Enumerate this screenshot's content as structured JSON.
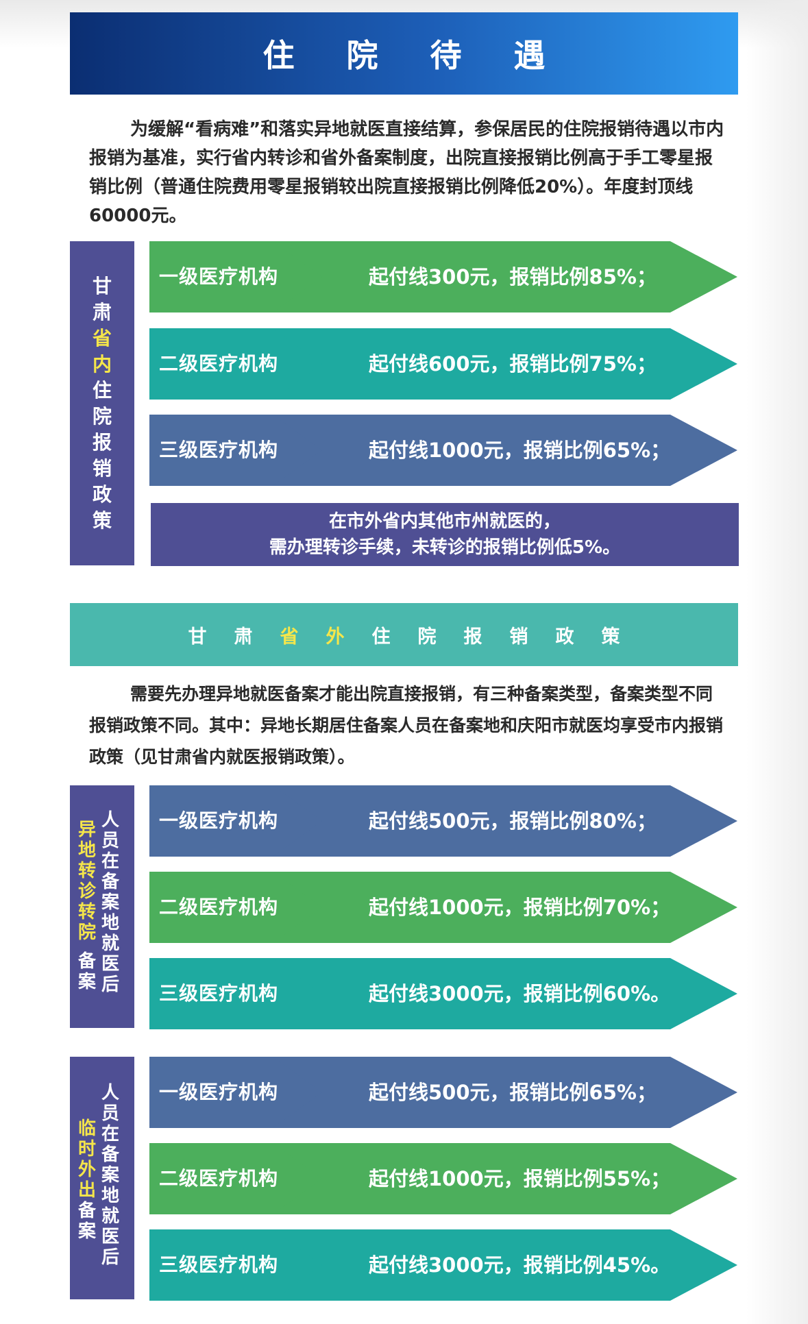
{
  "banner": {
    "title": "住 院 待 遇"
  },
  "intro": "为缓解“看病难”和落实异地就医直接结算，参保居民的住院报销待遇以市内报销为基准，实行省内转诊和省外备案制度，出院直接报销比例高于手工零星报销比例（普通住院费用零星报销较出院直接报销比例降低20%）。年度封顶线60000元。",
  "section1": {
    "sidebar": [
      {
        "c": "甘",
        "hl": false
      },
      {
        "c": "肃",
        "hl": false
      },
      {
        "c": "省",
        "hl": true
      },
      {
        "c": "内",
        "hl": true
      },
      {
        "c": "住",
        "hl": false
      },
      {
        "c": "院",
        "hl": false
      },
      {
        "c": "报",
        "hl": false
      },
      {
        "c": "销",
        "hl": false
      },
      {
        "c": "政",
        "hl": false
      },
      {
        "c": "策",
        "hl": false
      }
    ],
    "rows": [
      {
        "level": "一级医疗机构",
        "text": "起付线300元，报销比例85%；"
      },
      {
        "level": "二级医疗机构",
        "text": "起付线600元，报销比例75%；"
      },
      {
        "level": "三级医疗机构",
        "text": "起付线1000元，报销比例65%；"
      }
    ],
    "note_line1": "在市外省内其他市州就医的，",
    "note_line2": "需办理转诊手续，未转诊的报销比例低5%。"
  },
  "section2": {
    "header": [
      {
        "c": "甘",
        "hl": false
      },
      {
        "c": "肃",
        "hl": false
      },
      {
        "c": "省",
        "hl": true
      },
      {
        "c": "外",
        "hl": true
      },
      {
        "c": "住",
        "hl": false
      },
      {
        "c": "院",
        "hl": false
      },
      {
        "c": "报",
        "hl": false
      },
      {
        "c": "销",
        "hl": false
      },
      {
        "c": "政",
        "hl": false
      },
      {
        "c": "策",
        "hl": false
      }
    ],
    "intro": "需要先办理异地就医备案才能出院直接报销，有三种备案类型，备案类型不同报销政策不同。其中：异地长期居住备案人员在备案地和庆阳市就医均享受市内报销政策（见甘肃省内就医报销政策）。",
    "group1": {
      "label_yellow": "异地转诊转院",
      "label_white_left": "备案",
      "label_white_right": "人员在备案地就医后",
      "rows": [
        {
          "level": "一级医疗机构",
          "text": "起付线500元，报销比例80%；"
        },
        {
          "level": "二级医疗机构",
          "text": "起付线1000元，报销比例70%；"
        },
        {
          "level": "三级医疗机构",
          "text": "起付线3000元，报销比例60%。"
        }
      ]
    },
    "group2": {
      "label_yellow": "临时外出",
      "label_white_left": "备案",
      "label_white_right": "人员在备案地就医后",
      "rows": [
        {
          "level": "一级医疗机构",
          "text": "起付线500元，报销比例65%；"
        },
        {
          "level": "二级医疗机构",
          "text": "起付线1000元，报销比例55%；"
        },
        {
          "level": "三级医疗机构",
          "text": "起付线3000元，报销比例45%。"
        }
      ]
    }
  },
  "colors": {
    "green": "#4caf5c",
    "teal": "#1eaaa0",
    "slate": "#4d6da0",
    "purple": "#4f4f94",
    "highlight": "#f5e64a"
  }
}
